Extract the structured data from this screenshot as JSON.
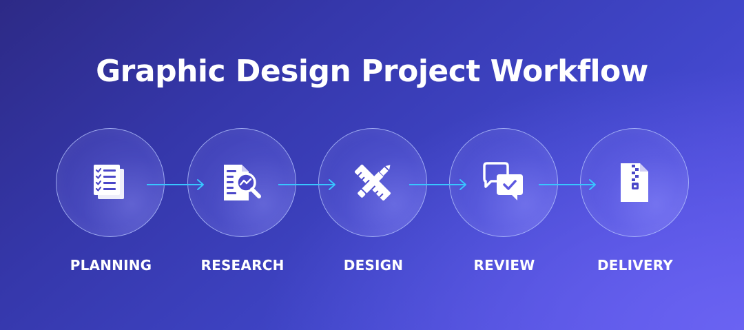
{
  "title": "Graphic Design Project Workflow",
  "colors": {
    "arrow": "#38c6ff",
    "icon": "#ffffff",
    "check": "#5b57e0",
    "text": "#ffffff"
  },
  "steps": [
    {
      "label": "PLANNING",
      "icon": "checklist-icon"
    },
    {
      "label": "RESEARCH",
      "icon": "document-search-icon"
    },
    {
      "label": "DESIGN",
      "icon": "pencil-ruler-icon"
    },
    {
      "label": "REVIEW",
      "icon": "chat-check-icon"
    },
    {
      "label": "DELIVERY",
      "icon": "zip-file-icon"
    }
  ]
}
